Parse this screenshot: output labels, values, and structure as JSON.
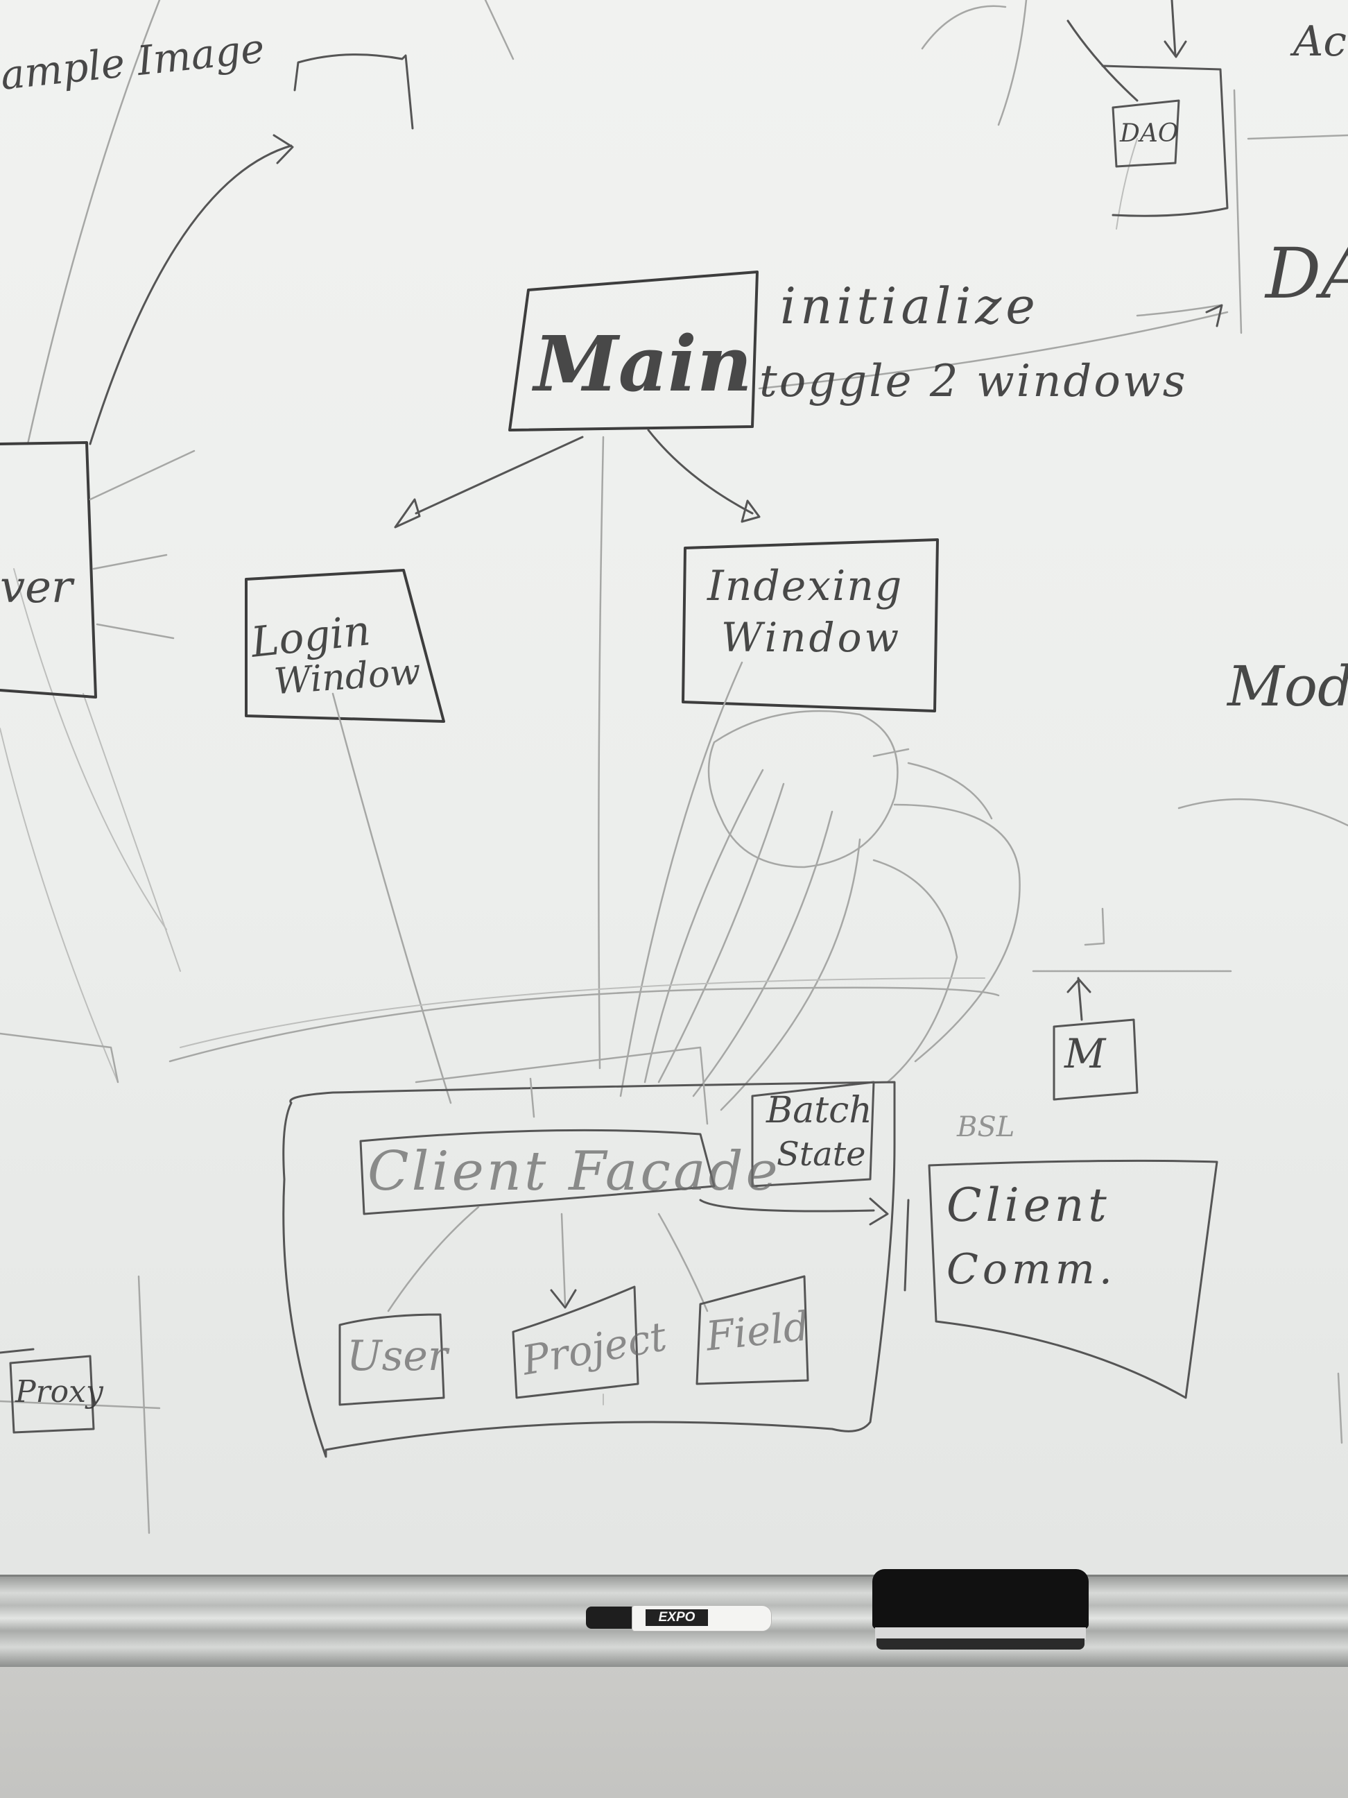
{
  "labels": {
    "sample_image": "ample Image",
    "main": "Main",
    "initialize": "initialize",
    "toggle": "toggle 2 windows",
    "server_partial": "ver",
    "login": "Login",
    "login2": "Window",
    "indexing": "Indexing",
    "indexing2": "Window",
    "batch": "Batch",
    "state": "State",
    "client_facade": "Client Facade",
    "user": "User",
    "project": "Project",
    "field": "Field",
    "bsl": "BSL",
    "client": "Client",
    "comm": "Comm.",
    "proxy": "Proxy",
    "dao": "DAO",
    "model_partial": "Mode",
    "m_box": "M",
    "da_partial": "DA",
    "ac_partial": "Ac"
  },
  "marker": {
    "brand": "EXPO"
  },
  "colors": {
    "ink": "#3d3d3d",
    "board": "#eef0ee",
    "ghost": "#a6a7a5"
  }
}
